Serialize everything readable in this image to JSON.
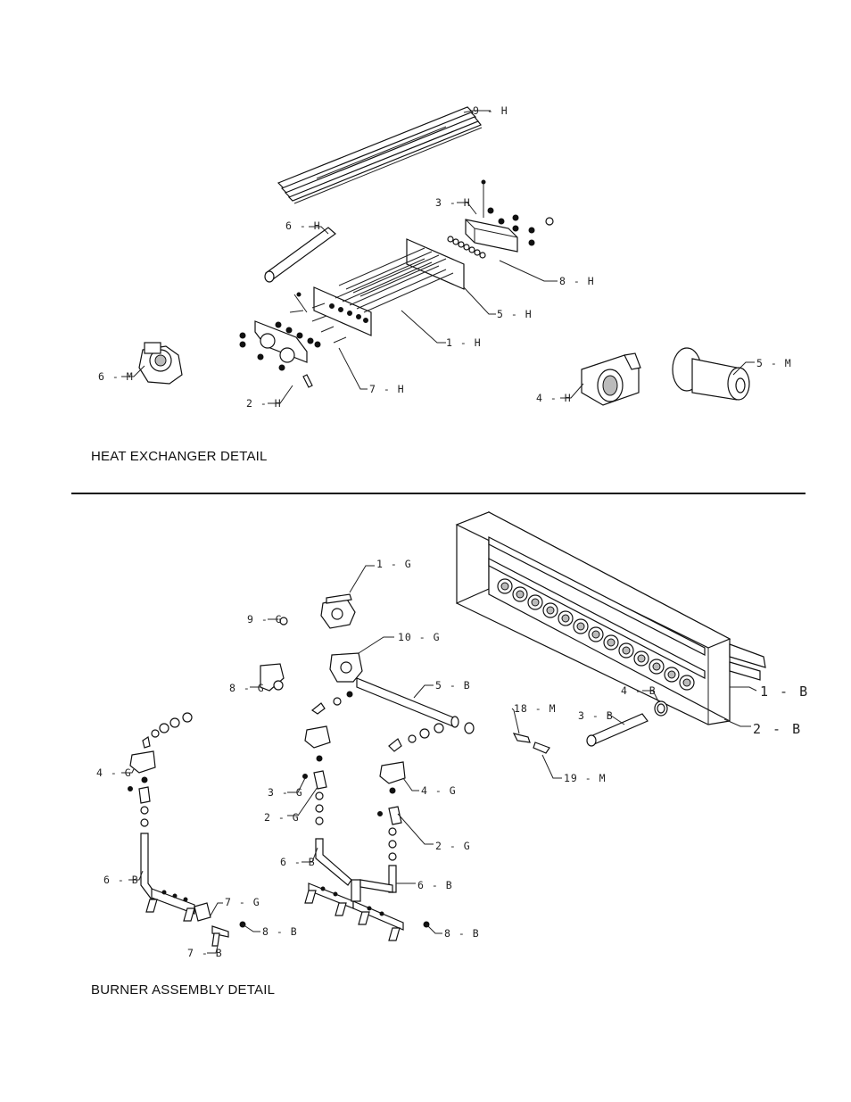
{
  "heat_exchanger": {
    "caption": "HEAT EXCHANGER DETAIL",
    "labels": {
      "p9h": "9 - H",
      "p3h": "3 - H",
      "p6h": "6 - H",
      "p8h": "8 - H",
      "p5h": "5 - H",
      "p1h": "1 - H",
      "p6m": "6 - M",
      "p7h": "7 - H",
      "p2h": "2 - H",
      "p4h": "4 - H",
      "p5m": "5 - M"
    }
  },
  "burner_assembly": {
    "caption": "BURNER ASSEMBLY DETAIL",
    "labels": {
      "p1g": "1 - G",
      "p9g": "9 - G",
      "p10g": "10 - G",
      "p8g": "8 - G",
      "p5b": "5 - B",
      "p4b": "4 - B",
      "p1b": "1 - B",
      "p18m": "18 - M",
      "p3b": "3 - B",
      "p2b": "2 - B",
      "p19m": "19 - M",
      "p4g_left": "4 - G",
      "p3g": "3 - G",
      "p4g_right": "4 - G",
      "p2g_mid": "2 - G",
      "p2g_right": "2 - G",
      "p6b_mid": "6 - B",
      "p6b_left": "6 - B",
      "p6b_right": "6 - B",
      "p7g": "7 - G",
      "p8b_left": "8 - B",
      "p8b_right": "8 - B",
      "p7b": "7 - B"
    }
  }
}
